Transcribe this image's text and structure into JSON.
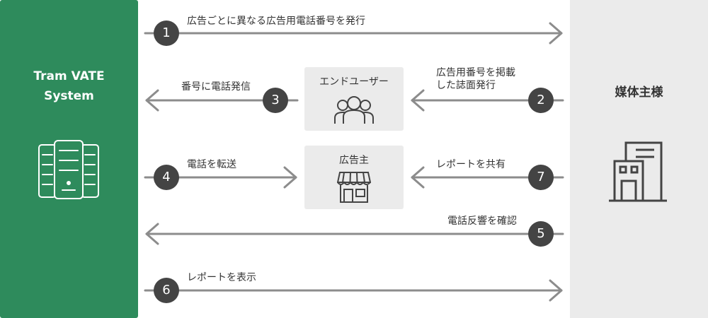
{
  "system": {
    "title": "Tram VATE\nSystem"
  },
  "media": {
    "title": "媒体主様"
  },
  "nodes": {
    "end_user": "エンドユーザー",
    "advertiser": "広告主"
  },
  "steps": [
    {
      "num": "1",
      "label": "広告ごとに異なる広告用電話番号を発行"
    },
    {
      "num": "2",
      "label": "広告用番号を掲載\nした誌面発行"
    },
    {
      "num": "3",
      "label": "番号に電話発信"
    },
    {
      "num": "4",
      "label": "電話を転送"
    },
    {
      "num": "5",
      "label": "電話反響を確認"
    },
    {
      "num": "6",
      "label": "レポートを表示"
    },
    {
      "num": "7",
      "label": "レポートを共有"
    }
  ],
  "colors": {
    "green": "#2e8b5c",
    "badge": "#444444",
    "arrow": "#8c8c8c",
    "panel_gray": "#ebebeb"
  },
  "icons": [
    "server-rack-icon",
    "building-icon",
    "people-group-icon",
    "storefront-icon"
  ]
}
